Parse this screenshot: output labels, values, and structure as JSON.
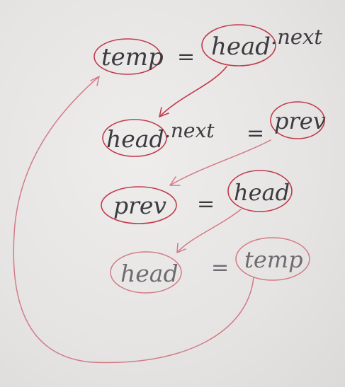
{
  "lines": [
    {
      "lhs": "temp",
      "op": "=",
      "rhs": "head",
      "rhs_suffix": ".next"
    },
    {
      "lhs": "head",
      "lhs_suffix": ".next",
      "op": "=",
      "rhs": "prev"
    },
    {
      "lhs": "prev",
      "op": "=",
      "rhs": "head"
    },
    {
      "lhs": "head",
      "op": "=",
      "rhs": "temp"
    }
  ],
  "colors": {
    "paper": "#e9e7e6",
    "ink": "#3b3b40",
    "circle_red": "#c23a4c"
  }
}
